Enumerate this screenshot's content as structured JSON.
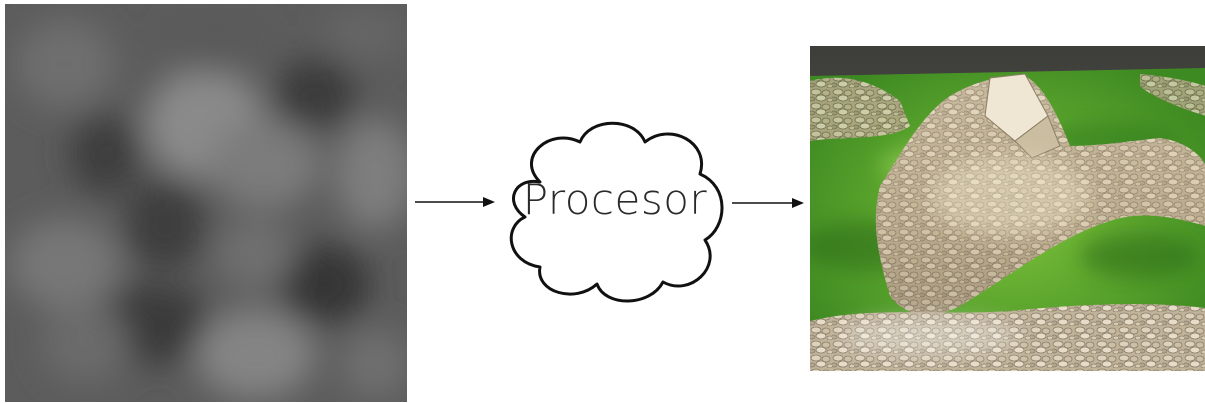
{
  "diagram": {
    "input": {
      "kind": "grayscale-noise-heightmap",
      "icon": "heightmap-image"
    },
    "processor": {
      "label": "Procesor",
      "shape": "cloud"
    },
    "output": {
      "kind": "rendered-terrain",
      "icon": "terrain-render-image"
    },
    "flow": [
      "input",
      "processor",
      "output"
    ],
    "colors": {
      "arrow": "#111111",
      "cloud_stroke": "#111111",
      "grass": "#4f9a2a",
      "rock": "#c9b9a0"
    }
  }
}
